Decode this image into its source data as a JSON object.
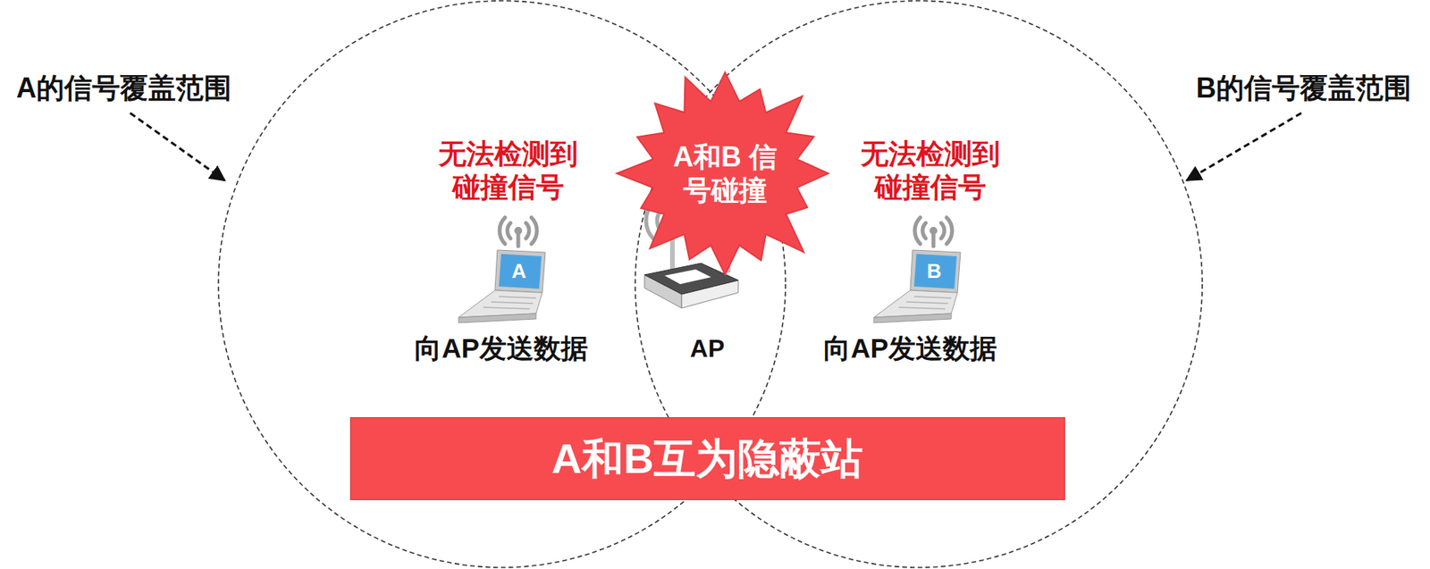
{
  "diagram": {
    "nodes": [
      {
        "text": [
          "A和B 信号碰撞"
        ]
      },
      {
        "text": [
          "A和B互为隐蔽站"
        ]
      }
    ],
    "labels": [
      "A的信号覆盖范围",
      "B的信号覆盖范围",
      "无法检测到 碰撞信号",
      "无法检测到 碰撞信号",
      "A",
      "B",
      "向AP发送数据",
      "AP",
      "向AP发送数据"
    ]
  }
}
